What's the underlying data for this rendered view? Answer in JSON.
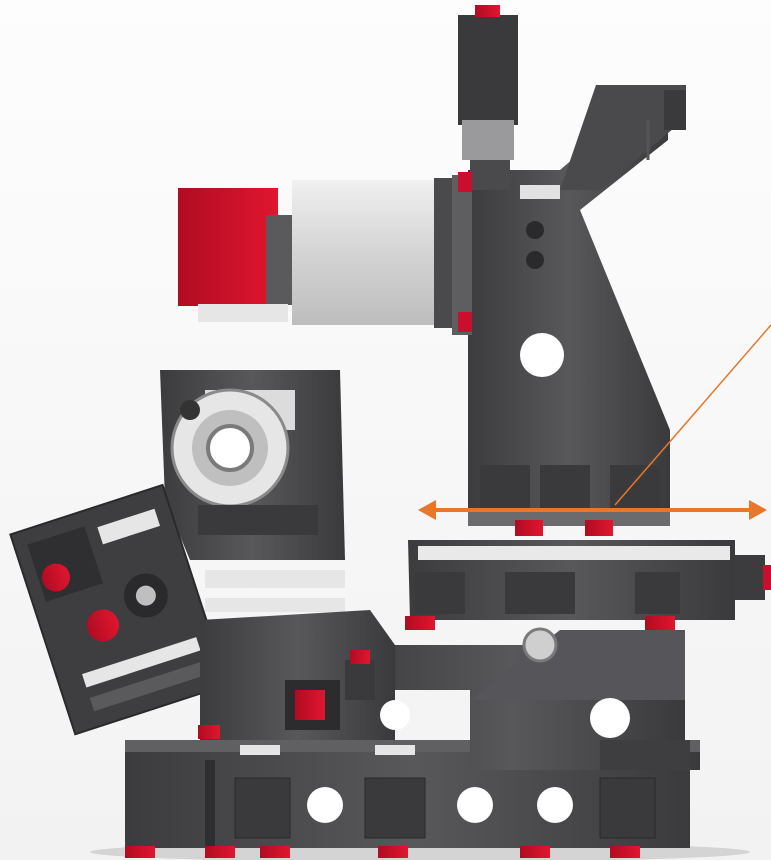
{
  "scene": {
    "subject": "machine-tool-side-view",
    "colors": {
      "frame": "#4a4a4c",
      "frame_dark": "#333335",
      "frame_light": "#6a6a6c",
      "accent_red": "#c8102e",
      "spindle_gray": "#d9d9d9",
      "rail": "#e8e8e8",
      "arrow": "#e8762b",
      "leader": "#e8762b"
    },
    "icons": [
      "double-headed-arrow",
      "leader-line"
    ]
  }
}
